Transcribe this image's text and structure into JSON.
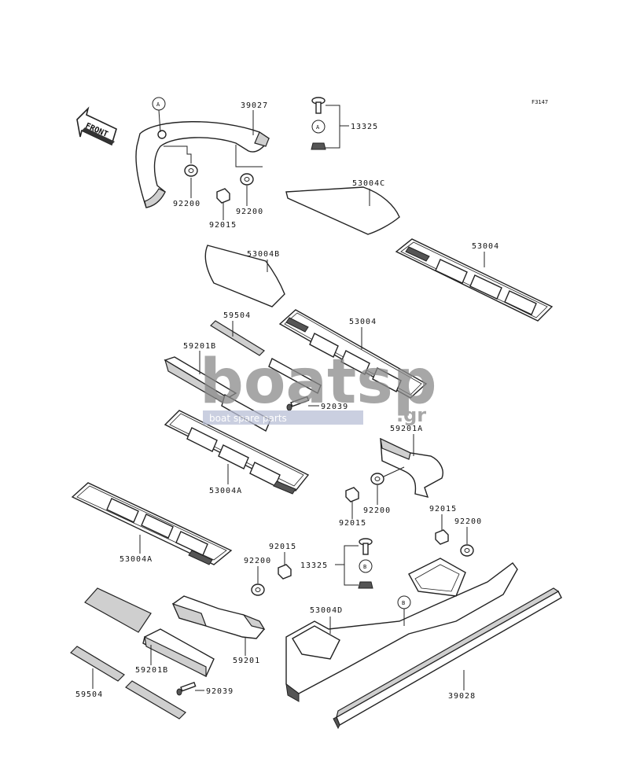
{
  "figure_ref": "F3147",
  "front_label": "FRONT",
  "callout_a": "A",
  "callout_b": "B",
  "watermark": {
    "main": "boatsp",
    "suffix": ".gr",
    "tagline": "boat spare parts"
  },
  "labels": {
    "p39027": "39027",
    "p13325_top": "13325",
    "p92200_a": "92200",
    "p92200_b": "92200",
    "p92015_a": "92015",
    "p53004c": "53004C",
    "p53004b": "53004B",
    "p53004_a": "53004",
    "p53004_b": "53004",
    "p59504_top": "59504",
    "p59201b_top": "59201B",
    "p92039_top": "92039",
    "p59201a": "59201A",
    "p53004a_a": "53004A",
    "p92015_b": "92015",
    "p92200_c": "92200",
    "p92015_c": "92015",
    "p92200_d": "92200",
    "p53004a_b": "53004A",
    "p92015_d": "92015",
    "p92200_e": "92200",
    "p13325_bot": "13325",
    "p53004d": "53004D",
    "p59201": "59201",
    "p59201b_bot": "59201B",
    "p92039_bot": "92039",
    "p59504_bot": "59504",
    "p39028": "39028"
  }
}
